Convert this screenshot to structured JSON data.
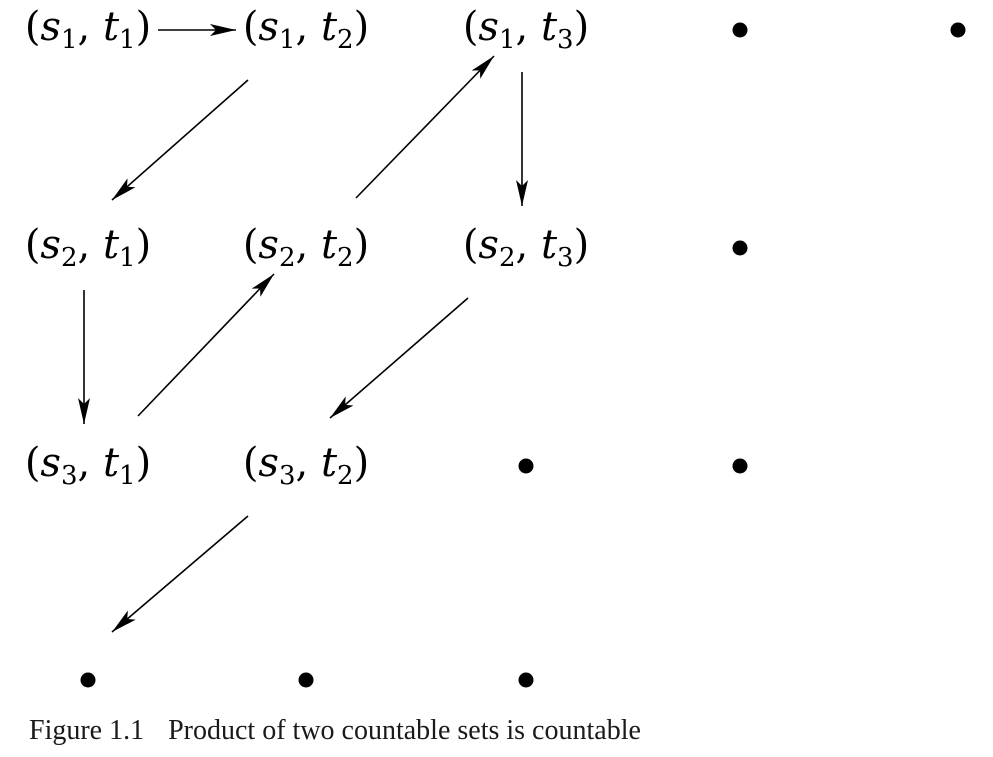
{
  "figure": {
    "caption_number": "Figure 1.1",
    "caption_text": "Product of two countable sets is countable"
  },
  "grid": {
    "rows": [
      [
        {
          "s": "1",
          "t": "1"
        },
        {
          "s": "1",
          "t": "2"
        },
        {
          "s": "1",
          "t": "3"
        },
        null,
        null
      ],
      [
        {
          "s": "2",
          "t": "1"
        },
        {
          "s": "2",
          "t": "2"
        },
        {
          "s": "2",
          "t": "3"
        },
        null
      ],
      [
        {
          "s": "3",
          "t": "1"
        },
        {
          "s": "3",
          "t": "2"
        },
        null,
        null
      ],
      [
        null,
        null,
        null
      ]
    ]
  },
  "arrows": [
    {
      "from": [
        0,
        0
      ],
      "to": [
        0,
        1
      ]
    },
    {
      "from": [
        0,
        1
      ],
      "to": [
        1,
        0
      ]
    },
    {
      "from": [
        1,
        0
      ],
      "to": [
        2,
        0
      ]
    },
    {
      "from": [
        2,
        0
      ],
      "to": [
        1,
        1
      ]
    },
    {
      "from": [
        1,
        1
      ],
      "to": [
        0,
        2
      ]
    },
    {
      "from": [
        0,
        2
      ],
      "to": [
        1,
        2
      ]
    },
    {
      "from": [
        1,
        2
      ],
      "to": [
        2,
        1
      ]
    },
    {
      "from": [
        2,
        1
      ],
      "to": [
        3,
        0
      ]
    }
  ]
}
